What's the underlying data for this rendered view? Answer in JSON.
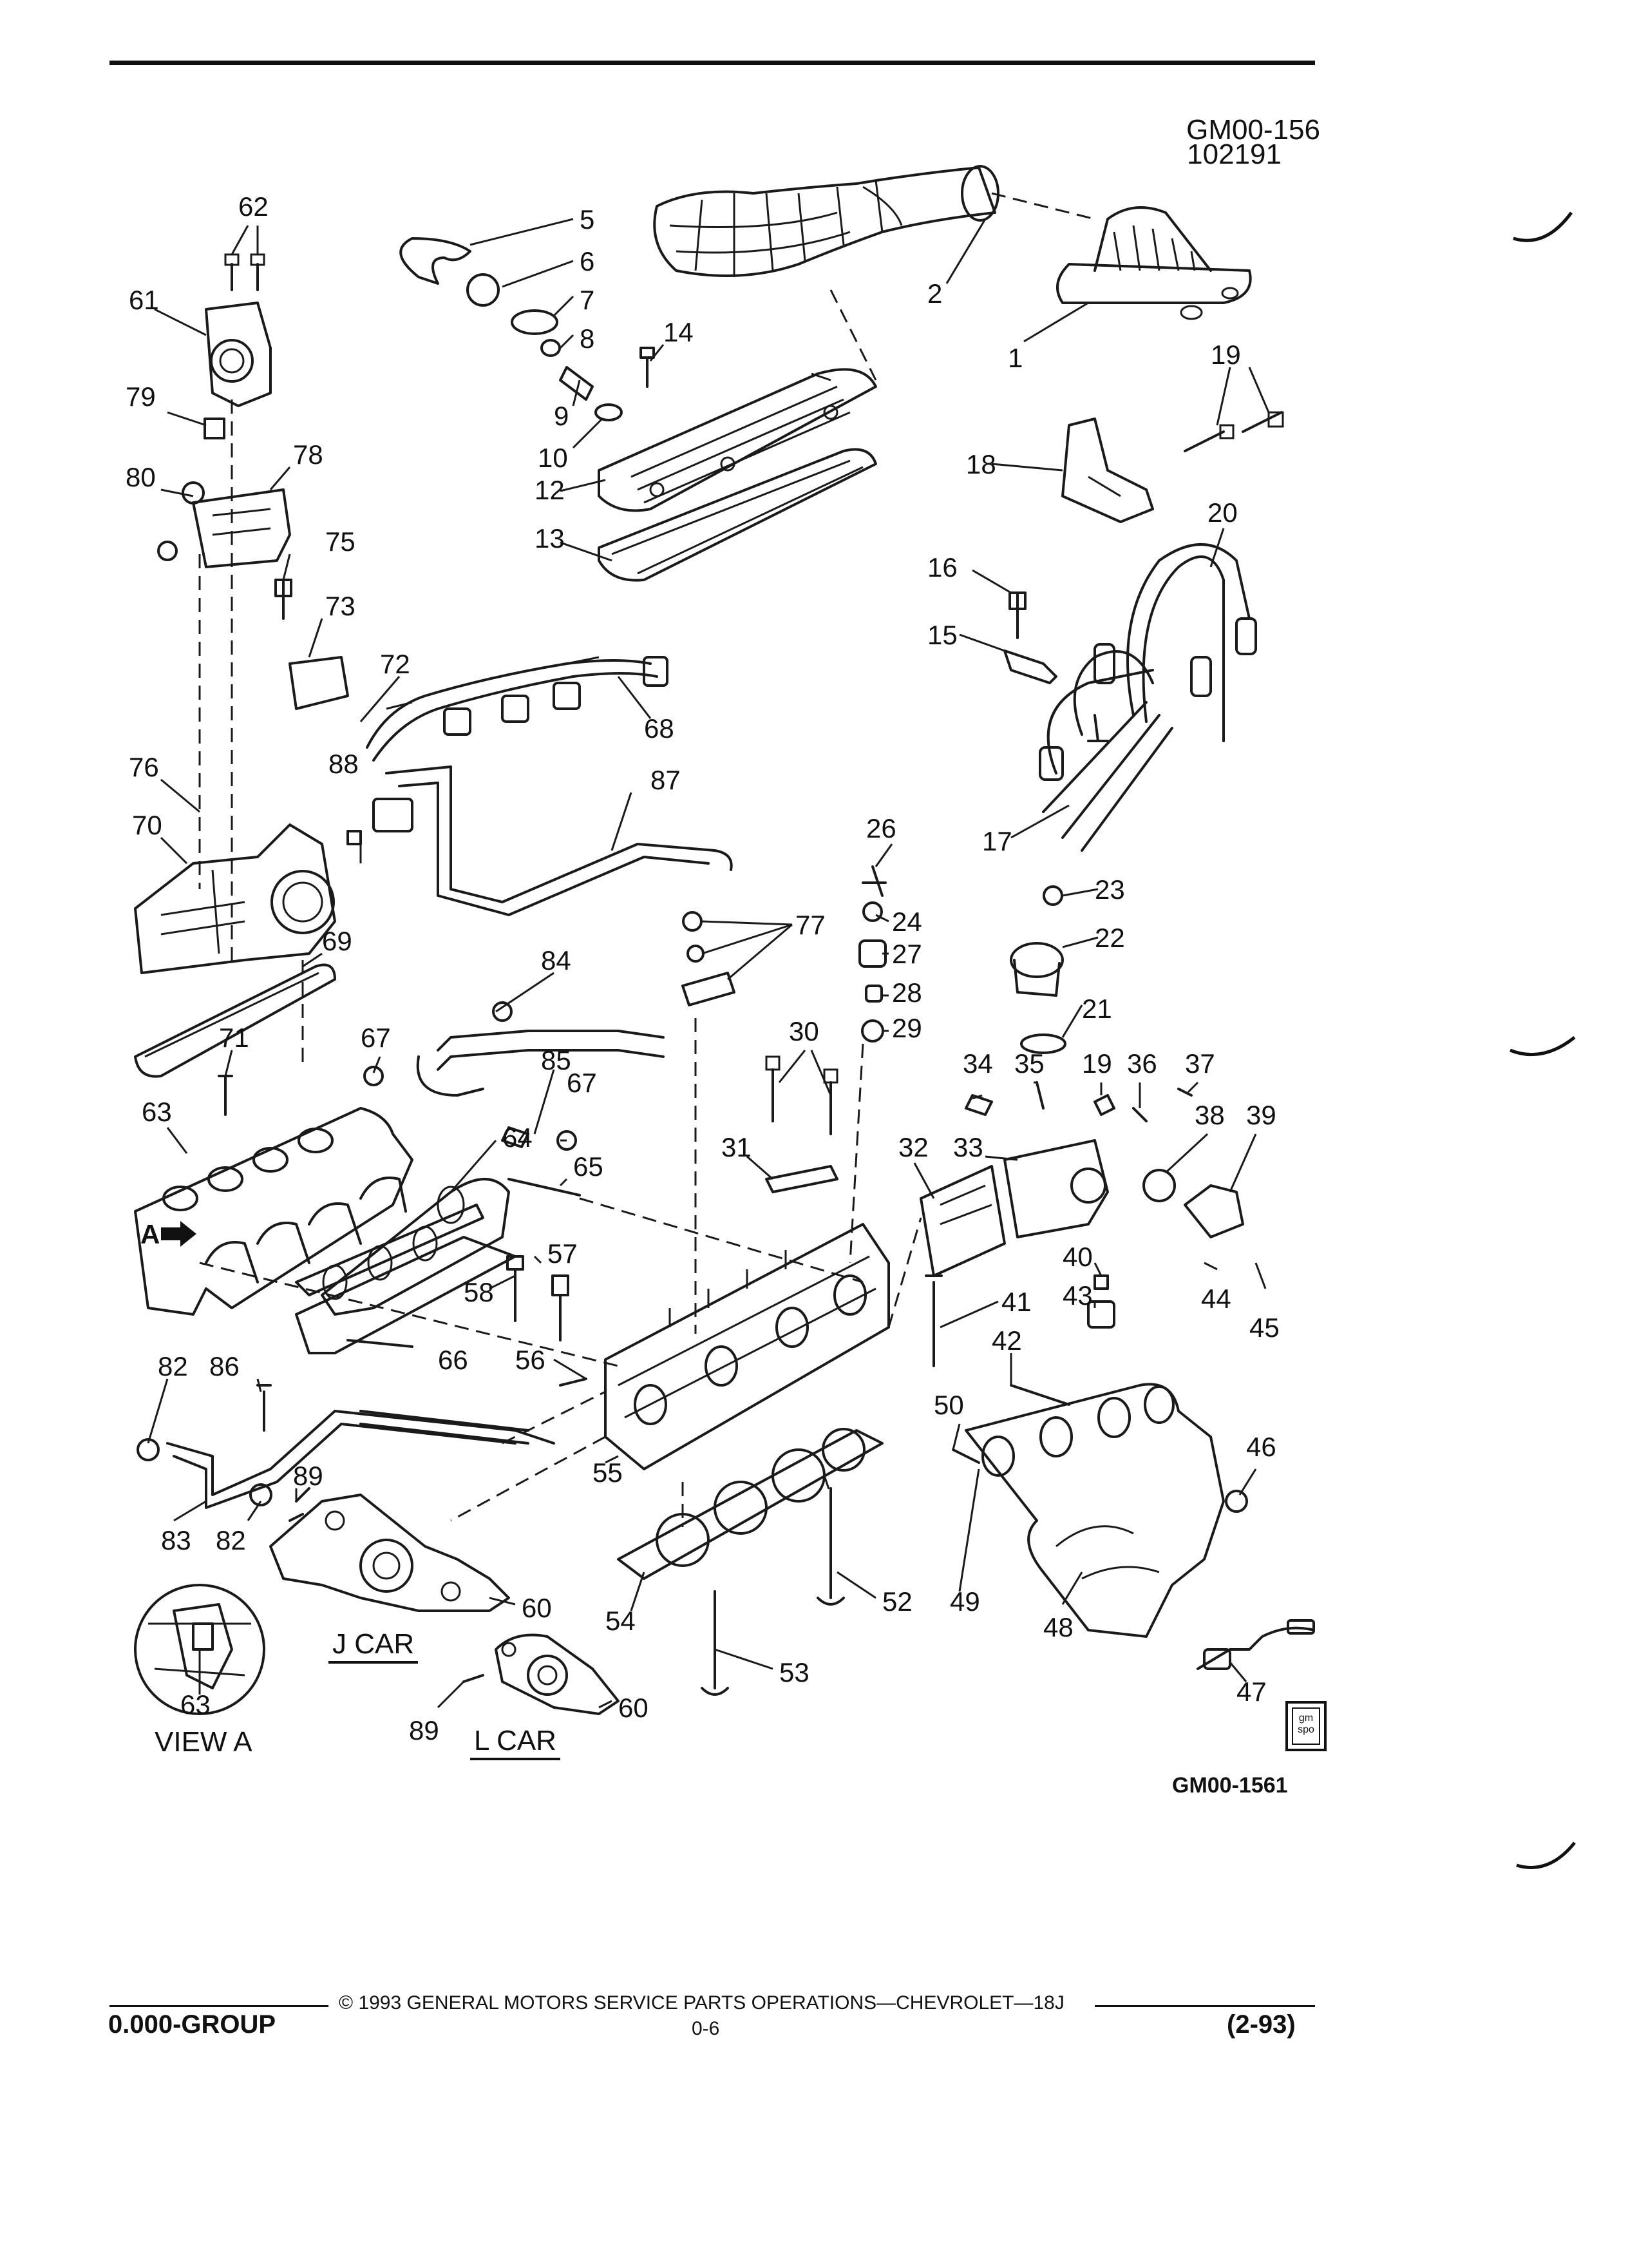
{
  "header": {
    "drawing_code": "GM00-156",
    "date_code": "102191"
  },
  "figure_code": "GM00-1561",
  "captions": {
    "view_a": "VIEW A",
    "view_a_callout": "A",
    "j_car": "J CAR",
    "l_car": "L CAR"
  },
  "badge": {
    "line1": "gm",
    "line2": "spo"
  },
  "callouts": [
    "1",
    "2",
    "5",
    "6",
    "7",
    "8",
    "9",
    "10",
    "12",
    "13",
    "14",
    "15",
    "16",
    "17",
    "18",
    "19",
    "19",
    "20",
    "21",
    "22",
    "23",
    "24",
    "26",
    "27",
    "28",
    "29",
    "30",
    "31",
    "32",
    "33",
    "34",
    "35",
    "36",
    "37",
    "38",
    "39",
    "40",
    "41",
    "42",
    "43",
    "44",
    "45",
    "46",
    "47",
    "48",
    "49",
    "50",
    "52",
    "53",
    "54",
    "55",
    "56",
    "57",
    "58",
    "60",
    "60",
    "61",
    "62",
    "63",
    "63",
    "64",
    "65",
    "66",
    "67",
    "67",
    "68",
    "69",
    "70",
    "71",
    "72",
    "73",
    "75",
    "76",
    "77",
    "78",
    "79",
    "80",
    "82",
    "82",
    "83",
    "84",
    "85",
    "86",
    "87",
    "88",
    "89",
    "89"
  ],
  "footer": {
    "copyright": "© 1993 GENERAL MOTORS SERVICE PARTS OPERATIONS—CHEVROLET—18J",
    "group": "0.000-GROUP",
    "page": "0-6",
    "revision": "(2-93)"
  },
  "colors": {
    "ink": "#1a1a1a",
    "paper": "#ffffff"
  }
}
